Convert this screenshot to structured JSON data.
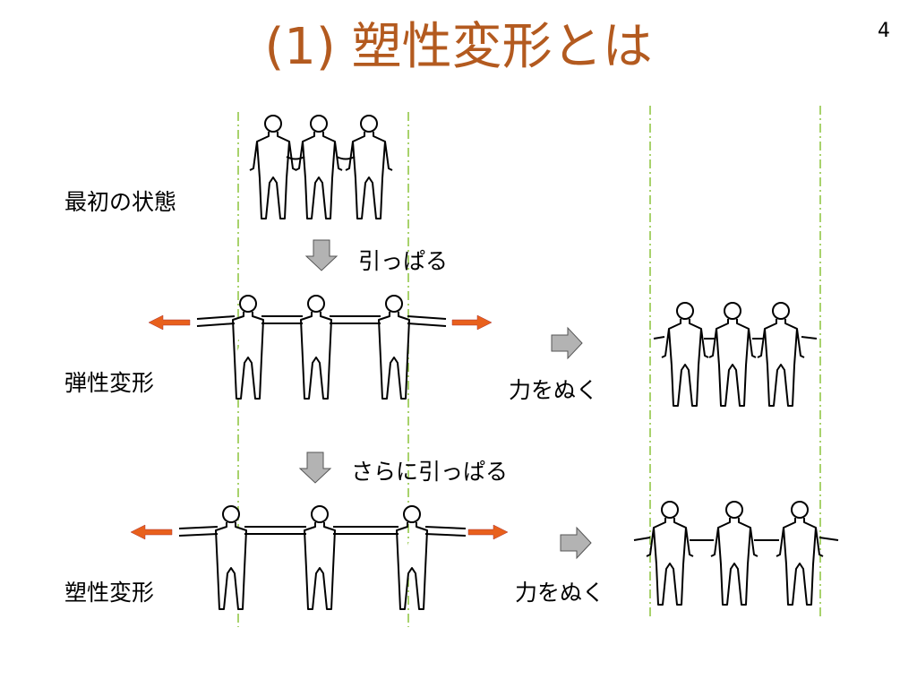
{
  "slide": {
    "title": "(1) 塑性変形とは",
    "page_number": "4"
  },
  "rows": {
    "initial": "最初の状態",
    "elastic": "弾性変形",
    "plastic": "塑性変形"
  },
  "steps": {
    "pull": "引っぱる",
    "pull_more": "さらに引っぱる",
    "release_1": "力をぬく",
    "release_2": "力をぬく"
  },
  "colors": {
    "title": "#b35a1f",
    "guide_line": "#8cc43c",
    "pull_arrow": "#e8601c",
    "step_arrow": "#b3b3b3"
  }
}
